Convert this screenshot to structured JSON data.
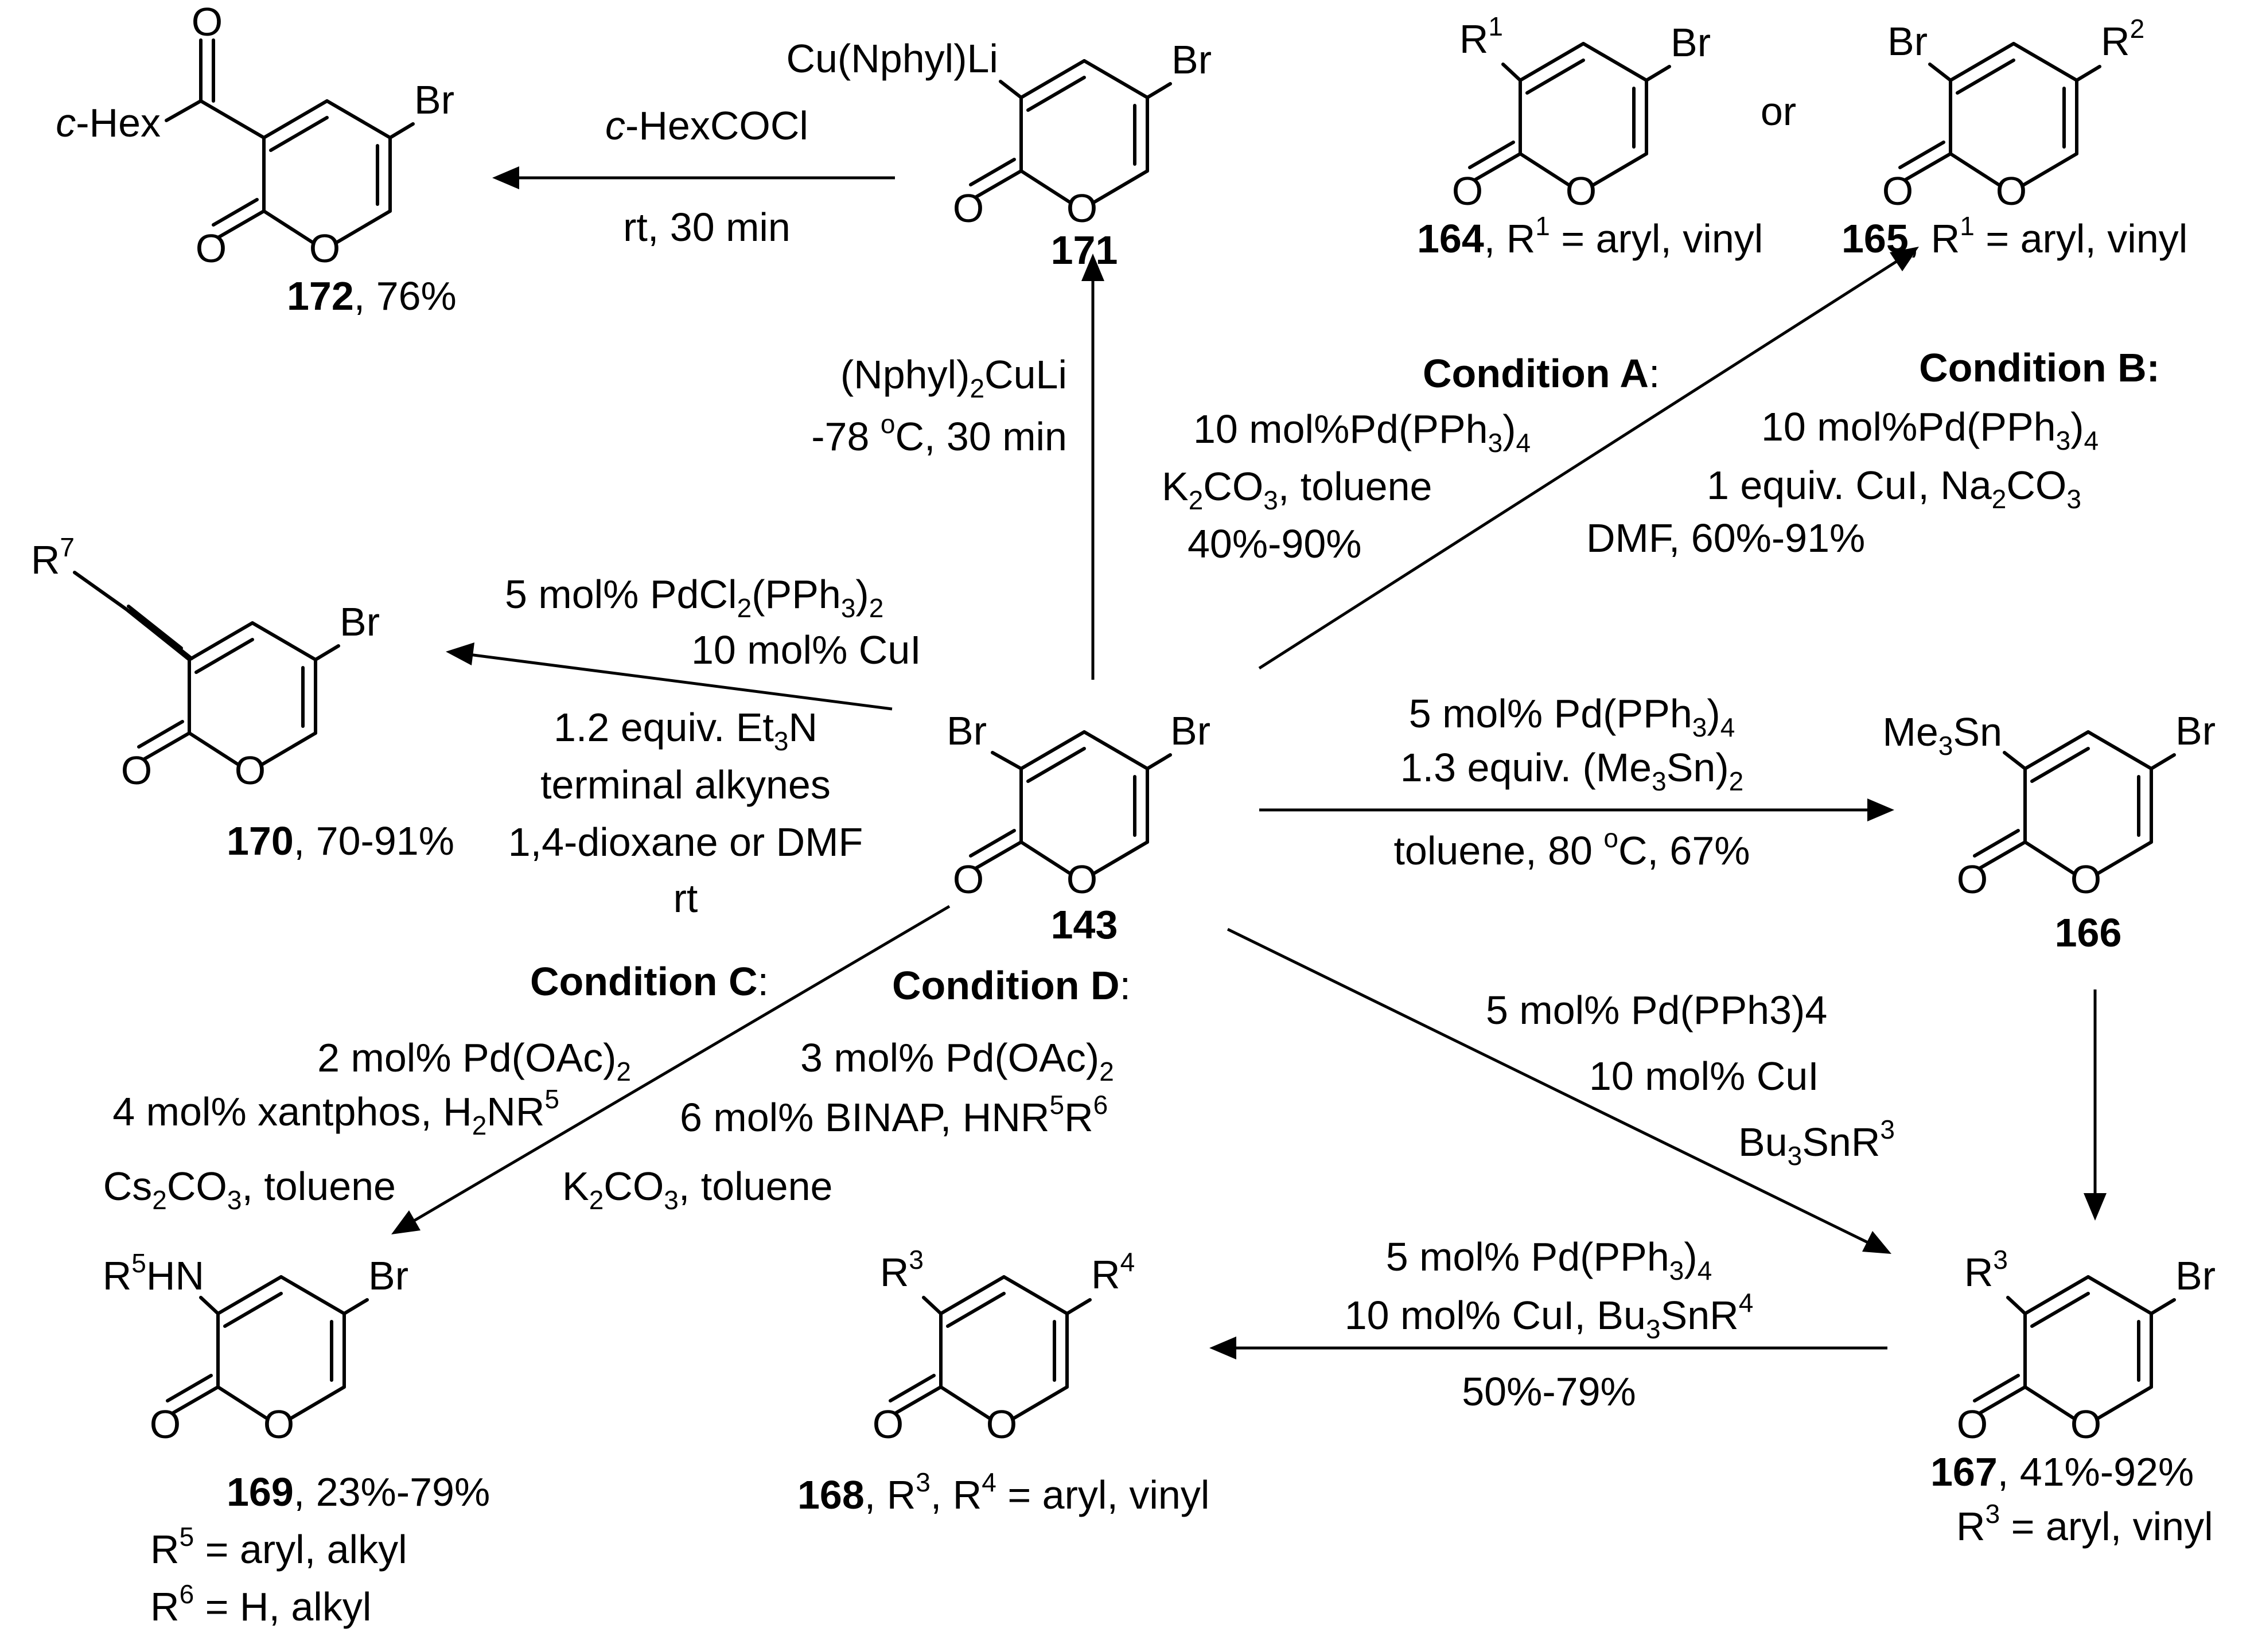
{
  "compounds": {
    "c143": "143",
    "c164": "164",
    "c164_sub": ", R",
    "c164_sup": "1",
    "c164_tail": " = aryl, vinyl",
    "c165": "165",
    "c165_sub": ", R",
    "c165_sup": "1",
    "c165_tail": " = aryl, vinyl",
    "or": "or",
    "c166": "166",
    "c167": "167",
    "c167_yield": ", 41%-92%",
    "c167_r": "R",
    "c167_r_sup": "3",
    "c167_r_tail": " = aryl, vinyl",
    "c168": "168",
    "c168_a": ", R",
    "c168_a_sup": "3",
    "c168_b": ", R",
    "c168_b_sup": "4",
    "c168_tail": " = aryl, vinyl",
    "c169": "169",
    "c169_yield": ", 23%-79%",
    "c169_r5": "R",
    "c169_r5_sup": "5",
    "c169_r5_tail": " = aryl, alkyl",
    "c169_r6": "R",
    "c169_r6_sup": "6",
    "c169_r6_tail": " = H, alkyl",
    "c170": "170",
    "c170_yield": ", 70-91%",
    "c171": "171",
    "c172": "172",
    "c172_yield": ", 76%"
  },
  "atoms": {
    "Br": "Br",
    "O": "O",
    "R": "R",
    "sup1": "1",
    "sup2": "2",
    "sup3": "3",
    "sup4": "4",
    "sup5": "5",
    "sup7": "7",
    "c_hex": "c",
    "hex": "-Hex",
    "cuLi": "Cu(Nphyl)Li",
    "me3sn_me": "Me",
    "me3sn_3": "3",
    "me3sn_sn": "Sn",
    "hn": "HN"
  },
  "conditions": {
    "r172_1a": "c",
    "r172_1b": "-HexCOCl",
    "r172_2": "rt, 30 min",
    "r171_1a": "(Nphyl)",
    "r171_1b": "2",
    "r171_1c": "CuLi",
    "r171_2a": "-78 ",
    "r171_2b": "o",
    "r171_2c": "C, 30 min",
    "condA_label": "Condition A",
    "condA_colon": ":",
    "condA_1a": "10 mol%Pd(PPh",
    "condA_1b": "3",
    "condA_1c": ")",
    "condA_1d": "4",
    "condA_2a": "K",
    "condA_2b": "2",
    "condA_2c": "CO",
    "condA_2d": "3",
    "condA_2e": ", toluene",
    "condA_3": "40%-90%",
    "condB_label": "Condition B:",
    "condB_1a": "10 mol%Pd(PPh",
    "condB_1b": "3",
    "condB_1c": ")",
    "condB_1d": "4",
    "condB_2a": "1 equiv. CuI, Na",
    "condB_2b": "2",
    "condB_2c": "CO",
    "condB_2d": "3",
    "condB_3": "DMF, 60%-91%",
    "r170_1a": "5 mol% PdCl",
    "r170_1b": "2",
    "r170_1c": "(PPh",
    "r170_1d": "3",
    "r170_1e": ")",
    "r170_1f": "2",
    "r170_2": "10 mol% CuI",
    "r170_3a": "1.2 equiv. Et",
    "r170_3b": "3",
    "r170_3c": "N",
    "r170_4": "terminal alkynes",
    "r170_5": "1,4-dioxane or DMF",
    "r170_6": "rt",
    "r166_1a": "5 mol% Pd(PPh",
    "r166_1b": "3",
    "r166_1c": ")",
    "r166_1d": "4",
    "r166_2a": "1.3 equiv. (Me",
    "r166_2b": "3",
    "r166_2c": "Sn)",
    "r166_2d": "2",
    "r166_3a": "toluene, 80 ",
    "r166_3b": "o",
    "r166_3c": "C, 67%",
    "condC_label": "Condition C",
    "condC_colon": ":",
    "condC_1a": "2 mol% Pd(OAc)",
    "condC_1b": "2",
    "condC_2a": "4 mol% xantphos, H",
    "condC_2b": "2",
    "condC_2c": "NR",
    "condC_2d": "5",
    "condC_3a": "Cs",
    "condC_3b": "2",
    "condC_3c": "CO",
    "condC_3d": "3",
    "condC_3e": ", toluene",
    "condD_label": "Condition D",
    "condD_colon": ":",
    "condD_1a": "3 mol% Pd(OAc)",
    "condD_1b": "2",
    "condD_2a": "6 mol% BINAP, HNR",
    "condD_2b": "5",
    "condD_2c": "R",
    "condD_2d": "6",
    "condD_3a": "K",
    "condD_3b": "2",
    "condD_3c": "CO",
    "condD_3d": "3",
    "condD_3e": ", toluene",
    "r167_1": "5 mol% Pd(PPh3)4",
    "r167_2": "10 mol% CuI",
    "r167_3a": "Bu",
    "r167_3b": "3",
    "r167_3c": "SnR",
    "r167_3d": "3",
    "r168_1a": "5 mol% Pd(PPh",
    "r168_1b": "3",
    "r168_1c": ")",
    "r168_1d": "4",
    "r168_2a": "10 mol% CuI, Bu",
    "r168_2b": "3",
    "r168_2c": "SnR",
    "r168_2d": "4",
    "r168_3": "50%-79%"
  }
}
